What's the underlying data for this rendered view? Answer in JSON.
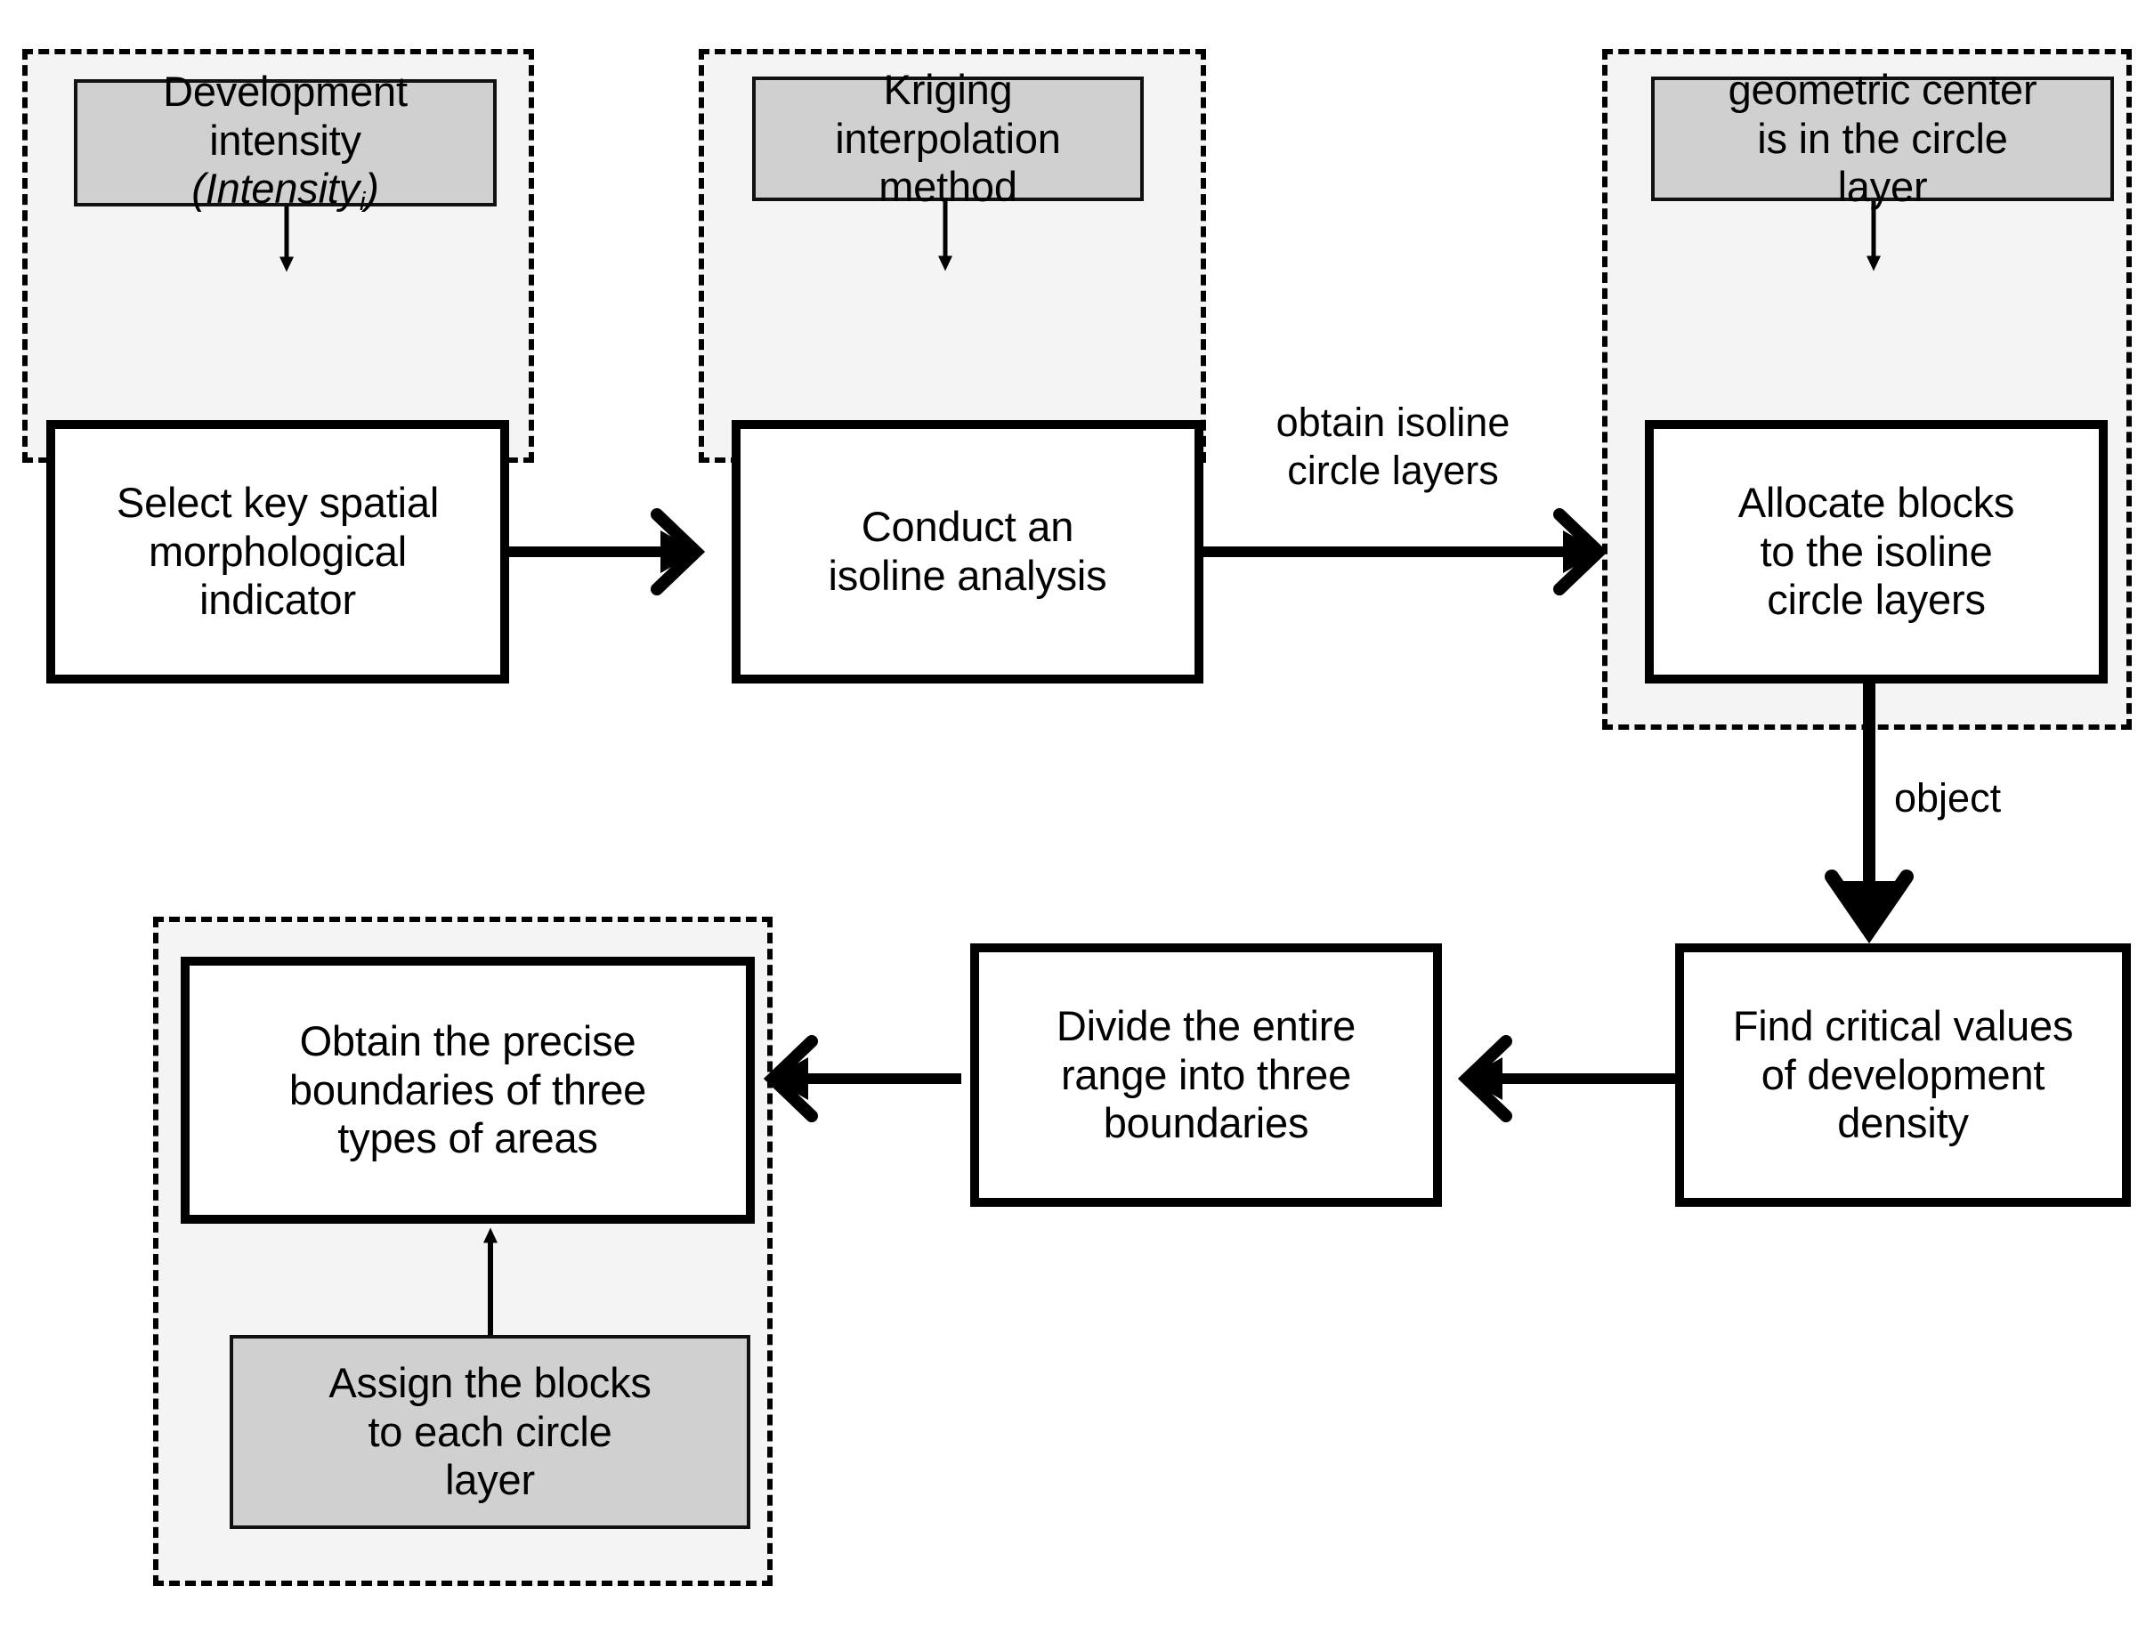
{
  "diagram": {
    "title": "Delineation workflow for development-density circle layers",
    "colors": {
      "page_background": "#ffffff",
      "stage_fill": "#f4f4f4",
      "stage_border": "#000000",
      "input_node_fill": "#d0d0d0",
      "process_node_fill": "#ffffff",
      "stroke": "#000000"
    }
  },
  "stages": [
    {
      "id": "stage-1",
      "name": "indicator-selection-stage"
    },
    {
      "id": "stage-2",
      "name": "isoline-analysis-stage"
    },
    {
      "id": "stage-3",
      "name": "block-allocation-stage"
    },
    {
      "id": "stage-4",
      "name": "boundary-result-stage"
    }
  ],
  "nodes": [
    {
      "id": "development-intensity",
      "kind": "input",
      "line1": "Development",
      "line2": "intensity",
      "line3_prefix": "(Intensity",
      "line3_sub": "i",
      "line3_suffix": ")"
    },
    {
      "id": "select-indicator",
      "kind": "process",
      "text": "Select key spatial\nmorphological\nindicator"
    },
    {
      "id": "kriging-method",
      "kind": "input",
      "text": "Kriging\ninterpolation\nmethod"
    },
    {
      "id": "isoline-analysis",
      "kind": "process",
      "text": "Conduct an\nisoline analysis"
    },
    {
      "id": "geometric-center-rule",
      "kind": "input",
      "text": "geometric center\nis in the circle\nlayer"
    },
    {
      "id": "allocate-blocks",
      "kind": "process",
      "text": "Allocate blocks\nto the isoline\ncircle layers"
    },
    {
      "id": "find-critical-values",
      "kind": "process",
      "text": "Find critical values\nof development\ndensity"
    },
    {
      "id": "divide-range",
      "kind": "process",
      "text": "Divide the entire\nrange into three\nboundaries"
    },
    {
      "id": "obtain-boundaries",
      "kind": "process",
      "text": "Obtain the precise\nboundaries of three\ntypes of areas"
    },
    {
      "id": "assign-blocks",
      "kind": "input",
      "text": "Assign the blocks\nto each circle\nlayer"
    }
  ],
  "edge_labels": [
    {
      "id": "obtain-isoline-circle-layers",
      "text": "obtain isoline\ncircle layers"
    },
    {
      "id": "object",
      "text": "object"
    }
  ],
  "edges": [
    {
      "from": "development-intensity",
      "to": "select-indicator",
      "label": ""
    },
    {
      "from": "kriging-method",
      "to": "isoline-analysis",
      "label": ""
    },
    {
      "from": "geometric-center-rule",
      "to": "allocate-blocks",
      "label": ""
    },
    {
      "from": "select-indicator",
      "to": "isoline-analysis",
      "label": ""
    },
    {
      "from": "isoline-analysis",
      "to": "allocate-blocks",
      "label": "obtain isoline circle layers"
    },
    {
      "from": "allocate-blocks",
      "to": "find-critical-values",
      "label": "object"
    },
    {
      "from": "find-critical-values",
      "to": "divide-range",
      "label": ""
    },
    {
      "from": "divide-range",
      "to": "obtain-boundaries",
      "label": ""
    },
    {
      "from": "assign-blocks",
      "to": "obtain-boundaries",
      "label": ""
    }
  ]
}
